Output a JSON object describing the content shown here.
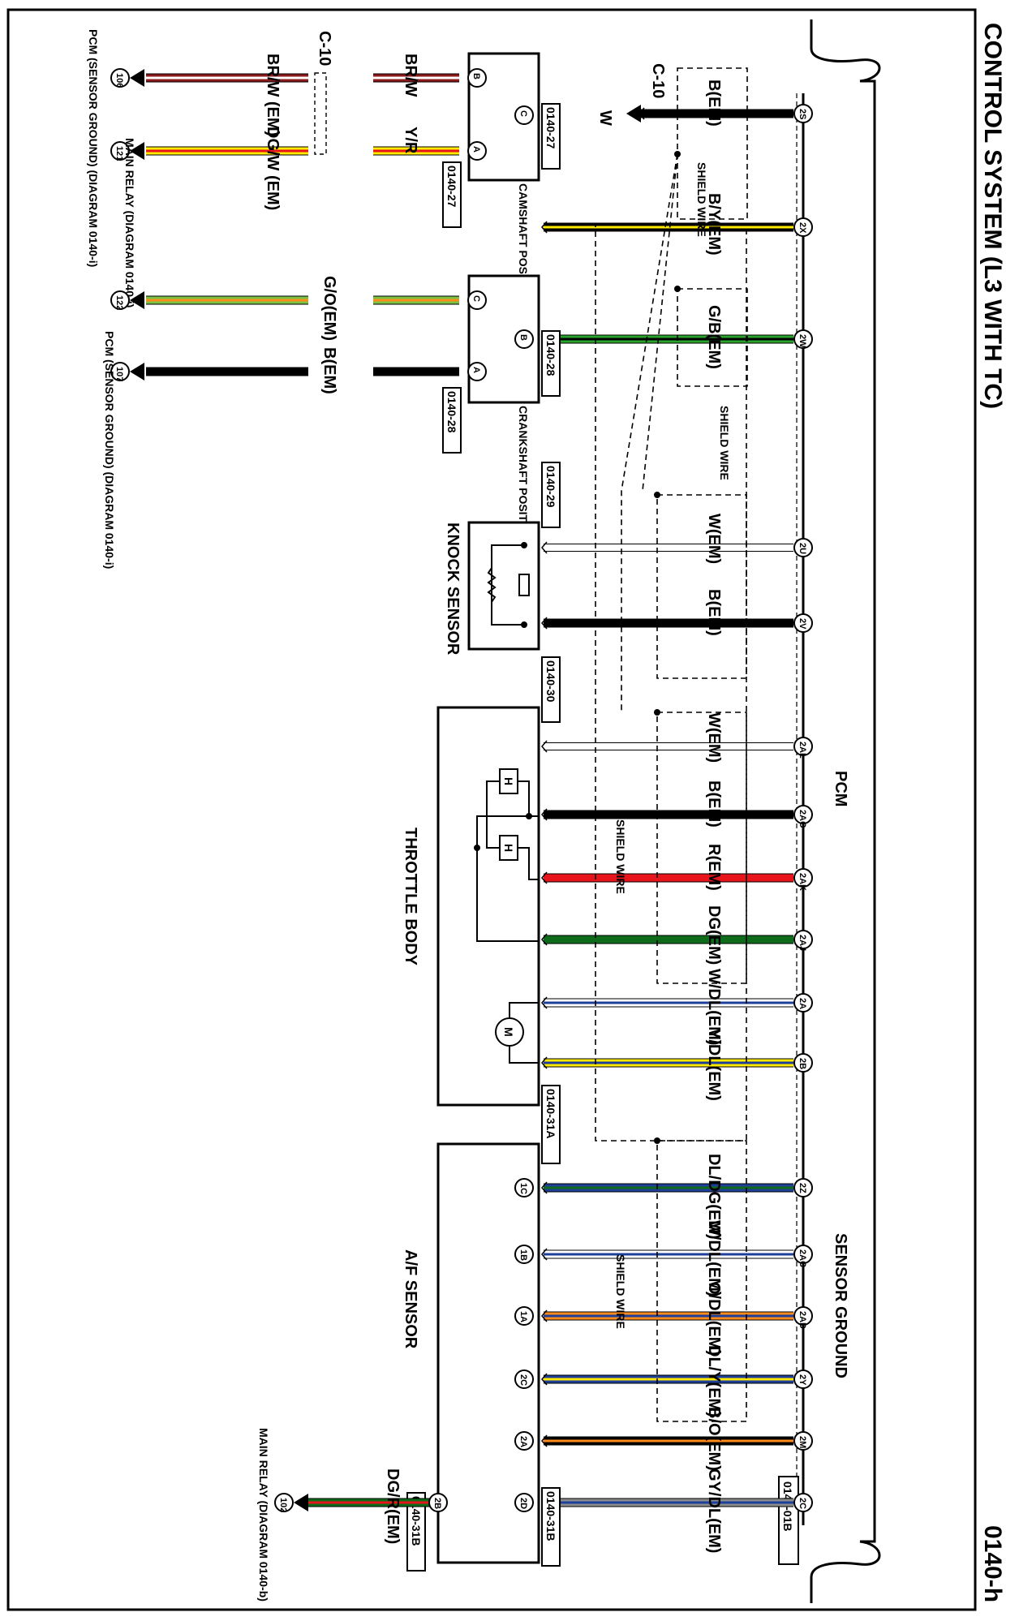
{
  "page": {
    "title": "CONTROL SYSTEM (L3 WITH TC)",
    "page_code": "0140-h"
  },
  "labels": {
    "pcm": "PCM",
    "sensor_ground": "SENSOR GROUND",
    "shield_wire": "SHIELD WIRE",
    "c10": "C-10",
    "w": "W"
  },
  "components": {
    "camshaft": "CAMSHAFT POSITION SENSOR",
    "crankshaft": "CRANKSHAFT POSITION SENSOR",
    "knock": "KNOCK SENSOR",
    "throttle": "THROTTLE BODY",
    "af": "A/F SENSOR",
    "motor": "M",
    "heater_h": "H"
  },
  "refs": {
    "r0140_01b": "0140-01B",
    "r0140_27": "0140-27",
    "r0140_28": "0140-28",
    "r0140_29": "0140-29",
    "r0140_30": "0140-30",
    "r0140_31a": "0140-31A",
    "r0140_31b": "0140-31B"
  },
  "pcm_pins": [
    "2S",
    "2X",
    "2W",
    "2U",
    "2V",
    "2AL",
    "2AG",
    "2AK",
    "2AJ",
    "2A",
    "2B",
    "2Z",
    "2AC",
    "2AD",
    "2Y",
    "2M",
    "2C"
  ],
  "wires": [
    {
      "pin": "2S",
      "label": "B(EM)",
      "colors": [
        "#000000"
      ]
    },
    {
      "pin": "2X",
      "label": "B/Y(EM)",
      "colors": [
        "#000000",
        "#ffea00"
      ]
    },
    {
      "pin": "2W",
      "label": "G/B(EM)",
      "colors": [
        "#2aa32a",
        "#000000"
      ]
    },
    {
      "pin": "2U",
      "label": "W(EM)",
      "colors": [
        "#ffffff"
      ]
    },
    {
      "pin": "2V",
      "label": "B(EM)",
      "colors": [
        "#000000"
      ]
    },
    {
      "pin": "2AL",
      "label": "W(EM)",
      "colors": [
        "#ffffff"
      ]
    },
    {
      "pin": "2AG",
      "label": "B(EM)",
      "colors": [
        "#000000"
      ]
    },
    {
      "pin": "2AK",
      "label": "R(EM)",
      "colors": [
        "#e8141b"
      ]
    },
    {
      "pin": "2AJ",
      "label": "DG(EM)",
      "colors": [
        "#0d6b1a"
      ]
    },
    {
      "pin": "2A",
      "label": "W/DL(EM)",
      "colors": [
        "#ffffff",
        "#1d3f99"
      ]
    },
    {
      "pin": "2B",
      "label": "Y/DL(EM)",
      "colors": [
        "#ffea00",
        "#1d3f99"
      ]
    },
    {
      "pin": "2Z",
      "label": "DL/DG(EM)",
      "colors": [
        "#1d3f99",
        "#0d6b1a"
      ]
    },
    {
      "pin": "2AC",
      "label": "W/DL(EM)",
      "colors": [
        "#ffffff",
        "#1d3f99"
      ]
    },
    {
      "pin": "2AD",
      "label": "O/DL(EM)",
      "colors": [
        "#ff8c1a",
        "#1d3f99"
      ]
    },
    {
      "pin": "2Y",
      "label": "DL/Y(EM)",
      "colors": [
        "#1d3f99",
        "#ffea00"
      ]
    },
    {
      "pin": "2M",
      "label": "B/O(EM)",
      "colors": [
        "#000000",
        "#ff8c1a"
      ]
    },
    {
      "pin": "2C",
      "label": "GY/DL(EM)",
      "colors": [
        "#8c8c8c",
        "#1d3f99"
      ]
    }
  ],
  "camshaft_wires": [
    {
      "pin": "B",
      "label": "BR/W",
      "colors": [
        "#8b1a1a",
        "#ffffff"
      ]
    },
    {
      "pin": "A",
      "label": "Y/R",
      "colors": [
        "#ffea00",
        "#e8141b"
      ]
    }
  ],
  "cam_pin_c": "C",
  "cam_ext_wires": [
    {
      "conn": "106",
      "label": "BR/W (EM)",
      "dest": "PCM (SENSOR GROUND) (DIAGRAM 0140-i)"
    },
    {
      "conn": "121",
      "label": "DG/W (EM)",
      "dest": "MAIN RELAY (DIAGRAM 0140-j)"
    }
  ],
  "crank_wires": [
    {
      "pin": "C",
      "conn": "122",
      "label": "G/O(EM)",
      "colors": [
        "#7cc242",
        "#ff8c1a"
      ]
    },
    {
      "pin": "A",
      "conn": "107",
      "label": "B(EM)",
      "colors": [
        "#000000"
      ],
      "dest": "PCM (SENSOR GROUND) (DIAGRAM 0140-i)"
    }
  ],
  "crank_pin_b": "B",
  "af_pins": [
    "1C",
    "1B",
    "1A",
    "2C",
    "2A",
    "2D"
  ],
  "af_ext_wire": {
    "pin": "2B",
    "conn": "102",
    "label": "DG/R(EM)",
    "dest": "MAIN RELAY (DIAGRAM 0140-b)"
  }
}
